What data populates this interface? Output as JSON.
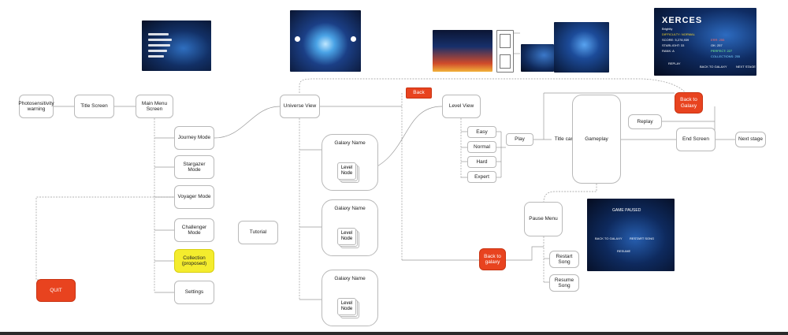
{
  "flow": {
    "photosensitivity": "Photosensitivity\nwarning",
    "title_screen": "Title Screen",
    "main_menu": "Main Menu\nScreen",
    "journey": "Journey Mode",
    "stargazer": "Stargazer Mode",
    "voyager": "Voyager Mode",
    "challenger": "Challenger\nMode",
    "collection": "Collection\n(proposed)",
    "settings": "Settings",
    "tutorial": "Tutorial",
    "quit": "QUIT",
    "universe": "Universe View",
    "back": "Back",
    "level_view": "Level View",
    "easy": "Easy",
    "normal": "Normal",
    "hard": "Hard",
    "expert": "Expert",
    "play": "Play",
    "title_card": "Title card",
    "gameplay": "Gameplay",
    "back_to_galaxy_top": "Back to\nGalaxy",
    "replay": "Replay",
    "end_screen": "End Screen",
    "next_stage": "Next stage",
    "pause_menu": "Pause Menu",
    "back_to_galaxy_low": "Back to\ngalaxy",
    "restart_song": "Restart\nSong",
    "resume_song": "Resume\nSong"
  },
  "galaxies": [
    {
      "title": "Galaxy Name",
      "node": "Level\nNode"
    },
    {
      "title": "Galaxy Name",
      "node": "Level\nNode"
    },
    {
      "title": "Galaxy Name",
      "node": "Level\nNode"
    }
  ],
  "screenshots": {
    "results": {
      "title": "XERCES",
      "lines": [
        "Brightly",
        "DIFFICULTY: NORMAL",
        "SCORE: 5,278,939",
        "STARLIGHT: 33",
        "RANK: A"
      ],
      "right_lines": [
        "ERR: 255",
        "OK: 257",
        "PERFECT: 227",
        "COLLECTIONS: 255"
      ],
      "buttons": [
        "REPLAY",
        "BACK TO GALAXY",
        "NEXT STAGE"
      ]
    },
    "paused": {
      "title": "GAME PAUSED",
      "buttons": [
        "BACK TO GALAXY",
        "RESTART SONG",
        "RESUME"
      ]
    }
  },
  "colors": {
    "red": "#e8431f",
    "yellow": "#f4ec2d",
    "line": "#9a9a9a",
    "space_dark": "#0b1a3a",
    "space_blue": "#1e4f9a"
  }
}
